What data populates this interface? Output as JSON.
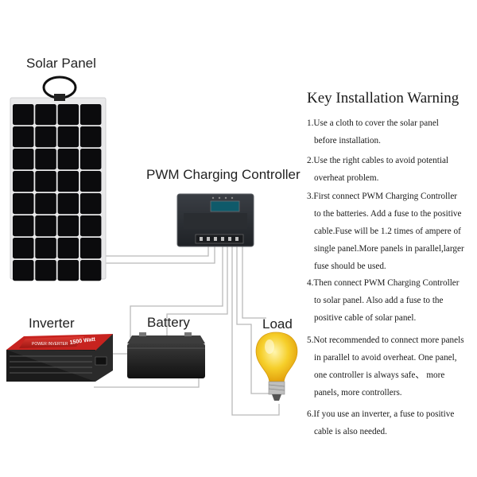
{
  "labels": {
    "solar_panel": "Solar Panel",
    "pwm_controller": "PWM Charging Controller",
    "inverter": "Inverter",
    "battery": "Battery",
    "load": "Load"
  },
  "inverter_face_text": "POWER INVERTER",
  "inverter_wattage": "1500 Watt",
  "warning": {
    "title": "Key Installation Warning",
    "items": [
      {
        "lines": [
          "1.Use a cloth to cover the solar panel",
          "before installation."
        ]
      },
      {
        "lines": [
          "2.Use the right cables to avoid potential",
          "overheat problem."
        ]
      },
      {
        "lines": [
          "3.First connect PWM Charging Controller",
          "to the batteries. Add a fuse to the positive",
          "cable.Fuse will be 1.2 times of ampere of",
          "single panel.More panels in parallel,larger",
          "fuse should be used."
        ]
      },
      {
        "lines": [
          "4.Then connect PWM Charging Controller",
          "to solar panel. Also add a fuse to the",
          "positive cable of solar panel."
        ]
      },
      {
        "lines": [
          "5.Not recommended to connect more panels",
          "in parallel to avoid overheat. One panel,",
          "one controller is always safe、 more",
          "panels, more controllers."
        ]
      },
      {
        "lines": [
          "6.If you use an inverter, a fuse  to positive",
          "cable is also needed."
        ]
      }
    ]
  },
  "colors": {
    "wire": "#b9b9b9",
    "panel_cell": "#0b0b0d",
    "panel_frame": "#e9e9ea",
    "controller_body": "#2c2f33",
    "inverter_red": "#c7231f",
    "bulb_yellow": "#f4c21e"
  }
}
